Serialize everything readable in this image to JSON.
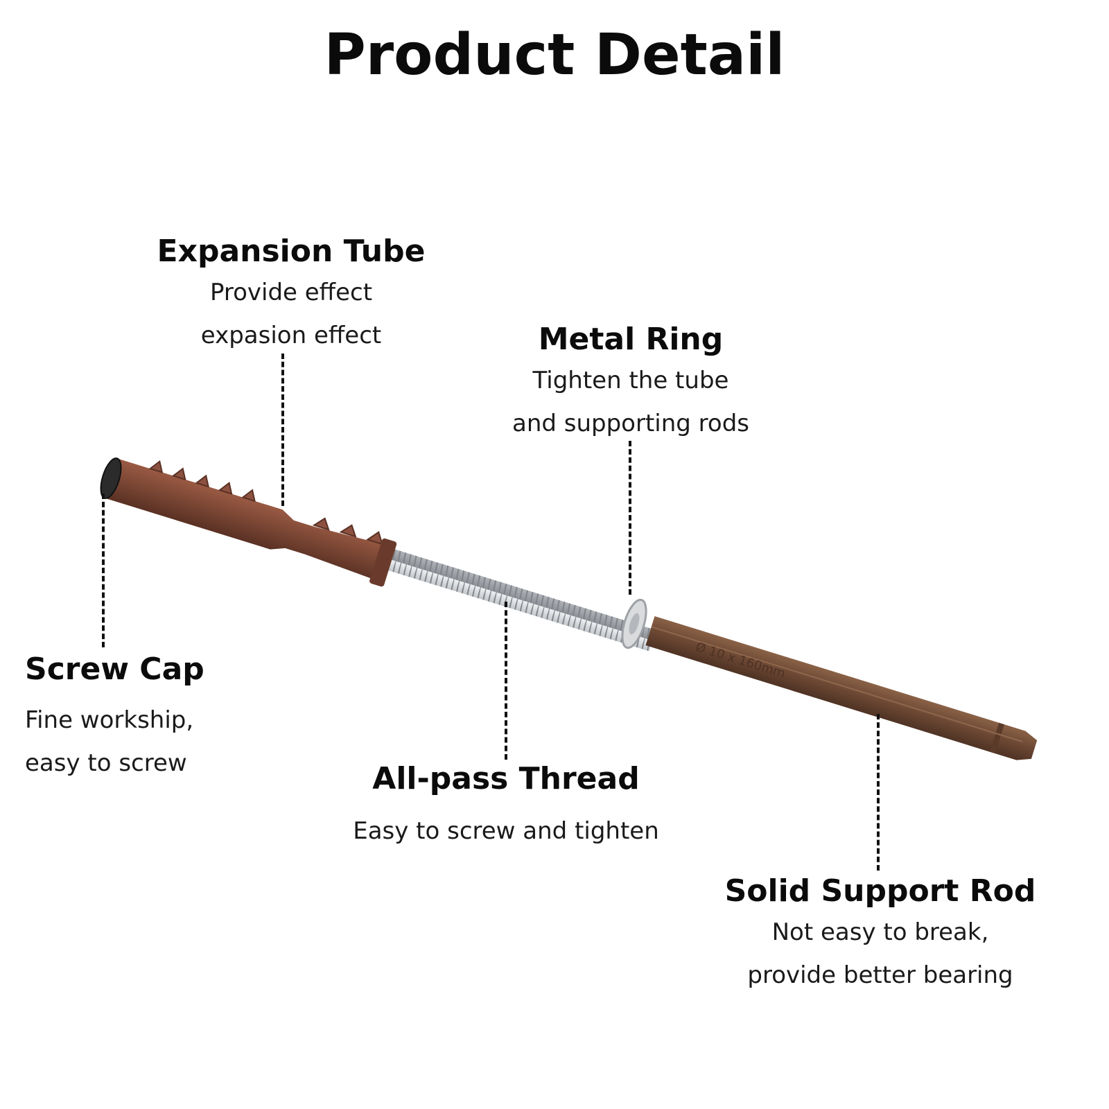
{
  "title": "Product Detail",
  "colors": {
    "plastic_brown": "#7a4634",
    "rod_brown": "#6e4a36",
    "thread_silver": "#c9ccd0",
    "ring_silver": "#d9dbdd",
    "leader_line": "#111111"
  },
  "callouts": {
    "expansion_tube": {
      "heading": "Expansion Tube",
      "lines": [
        "Provide effect",
        "expasion effect"
      ]
    },
    "metal_ring": {
      "heading": "Metal Ring",
      "lines": [
        "Tighten the tube",
        "and supporting rods"
      ]
    },
    "screw_cap": {
      "heading": "Screw Cap",
      "lines": [
        "Fine workship,",
        "easy to screw"
      ]
    },
    "all_pass_thread": {
      "heading": "All-pass Thread",
      "lines": [
        "Easy to screw and tighten"
      ]
    },
    "solid_support_rod": {
      "heading": "Solid Support Rod",
      "lines": [
        "Not easy to break,",
        "provide better bearing"
      ]
    }
  }
}
